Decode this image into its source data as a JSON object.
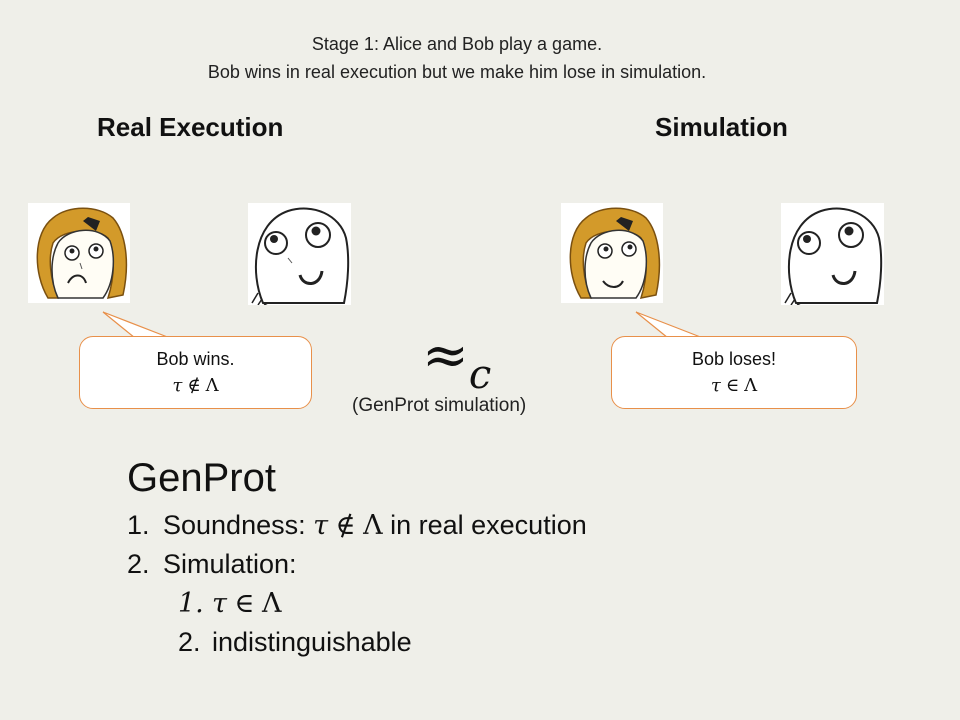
{
  "caption": {
    "line1": "Stage 1: Alice and Bob play a game.",
    "line2": "Bob wins in real execution but we make him lose in simulation."
  },
  "columns": {
    "real_title": "Real Execution",
    "sim_title": "Simulation"
  },
  "bubbles": {
    "real": {
      "text": "Bob wins.",
      "tau": "τ",
      "rel": "∉",
      "lambda": "Λ"
    },
    "sim": {
      "text": "Bob loses!",
      "tau": "τ",
      "rel": "∈",
      "lambda": "Λ"
    }
  },
  "approx": {
    "symbol": "≈",
    "subscript": "c",
    "caption": "(GenProt simulation)"
  },
  "genprot": {
    "title": "GenProt",
    "items": [
      {
        "num": "1.",
        "label": "Soundness:",
        "tau": "τ",
        "rel": "∉",
        "lambda": "Λ",
        "suffix": "in real execution"
      },
      {
        "num": "2.",
        "label": "Simulation:"
      }
    ],
    "subitems": [
      {
        "num": "1.",
        "tau": "τ",
        "rel": "∈",
        "lambda": "Λ"
      },
      {
        "num": "2.",
        "label": "indistinguishable"
      }
    ]
  },
  "colors": {
    "background": "#efefe9",
    "bubble_border": "#e8904a",
    "alice_hair": "#d39a2a"
  },
  "icons": {
    "alice_real": "alice-frowning-face-icon",
    "bob_real": "bob-smirking-face-icon",
    "alice_sim": "alice-smiling-face-icon",
    "bob_sim": "bob-smirking-face-icon"
  }
}
